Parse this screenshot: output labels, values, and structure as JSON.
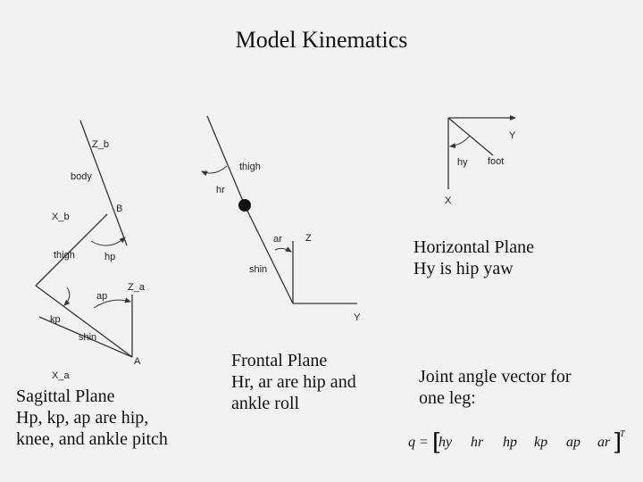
{
  "title": "Model Kinematics",
  "captions": {
    "sagittal": [
      "Sagittal Plane",
      "Hp, kp, ap are hip,",
      "knee, and ankle pitch"
    ],
    "frontal": [
      "Frontal Plane",
      "Hr, ar are hip and",
      "ankle roll"
    ],
    "horizontal": [
      "Horizontal Plane",
      "Hy is hip yaw"
    ],
    "joint_vector": [
      "Joint angle vector for",
      "one leg:"
    ]
  },
  "sagittal_labels": {
    "z_b": "Z_b",
    "body": "body",
    "x_b": "X_b",
    "b": "B",
    "thigh": "thigh",
    "hp": "hp",
    "ap": "ap",
    "z_a": "Z_a",
    "kp": "kp",
    "shin": "shin",
    "a": "A",
    "x_a": "X_a"
  },
  "frontal_labels": {
    "thigh": "thigh",
    "hr": "hr",
    "ar": "ar",
    "z": "Z",
    "shin": "shin",
    "y": "Y"
  },
  "horizontal_labels": {
    "y": "Y",
    "hy": "hy",
    "foot": "foot",
    "x": "X"
  },
  "equation": {
    "lhs": "q =",
    "terms": [
      "hy",
      "hr",
      "hp",
      "kp",
      "ap",
      "ar"
    ],
    "superscript": "T"
  }
}
